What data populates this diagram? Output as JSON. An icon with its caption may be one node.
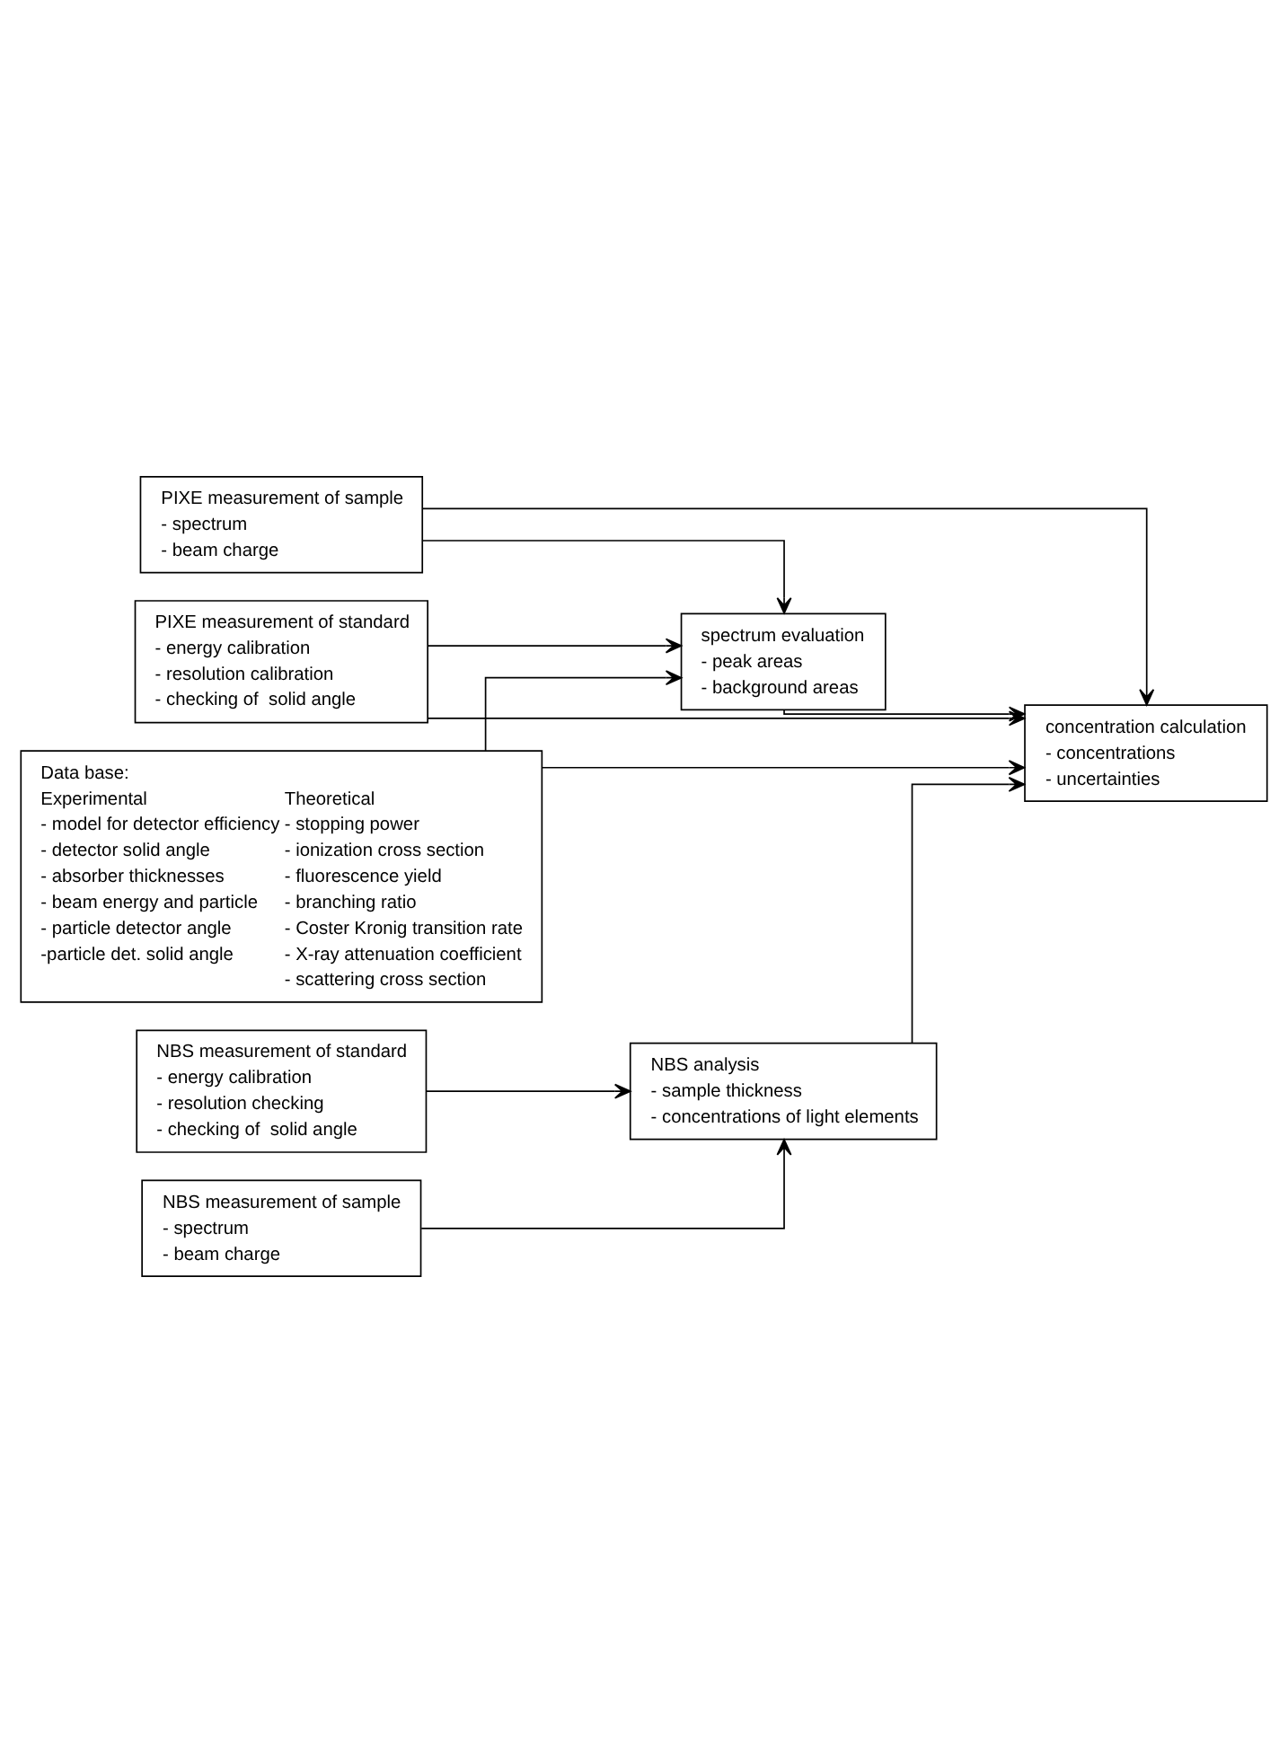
{
  "diagram": {
    "nodes": [
      {
        "text": [
          "PIXE measurement of sample",
          "- spectrum",
          "- beam charge"
        ]
      },
      {
        "text": [
          "PIXE measurement of standard",
          "- energy calibration",
          "- resolution calibration",
          "- checking of  solid angle"
        ]
      },
      {
        "text": [
          "spectrum evaluation",
          "- peak areas",
          "- background areas"
        ]
      },
      {
        "text": [
          "NBS measurement of sample",
          "- spectrum",
          "- beam charge"
        ]
      },
      {
        "text": [
          "NBS analysis",
          "- sample thickness",
          "- concentrations of light elements"
        ]
      },
      {
        "text": [
          "NBS measurement of standard",
          "- energy calibration",
          "- resolution checking",
          "- checking of  solid angle"
        ]
      },
      {
        "text": [
          "concentration calculation",
          "- concentrations",
          "- uncertainties"
        ]
      },
      {
        "text": [
          "Data base:",
          "Experimental",
          "- model for detector efficiency",
          "- detector solid angle",
          "- absorber thicknesses",
          "- beam energy and particle",
          "- particle detector angle",
          "-particle det. solid angle",
          "Theoretical",
          "- stopping power",
          "- ionization cross section",
          "- fluorescence yield",
          "- branching ratio",
          "- Coster Kronig transition rate",
          "- X-ray attenuation coefficient",
          "- scattering cross section"
        ]
      }
    ],
    "edges": [
      {
        "from": 0,
        "to": 2,
        "arrow": "to"
      },
      {
        "from": 0,
        "to": 6,
        "arrow": "to"
      },
      {
        "from": 1,
        "to": 2,
        "arrow": "to"
      },
      {
        "from": 1,
        "to": 6,
        "arrow": "to"
      },
      {
        "from": 7,
        "to": 2,
        "arrow": "to"
      },
      {
        "from": 3,
        "to": 4,
        "arrow": "to"
      },
      {
        "from": 5,
        "to": 4,
        "arrow": "to"
      },
      {
        "from": 2,
        "to": 6,
        "arrow": "to"
      },
      {
        "from": 4,
        "to": 6,
        "arrow": "to"
      },
      {
        "from": 7,
        "to": 6,
        "arrow": "to"
      }
    ]
  }
}
